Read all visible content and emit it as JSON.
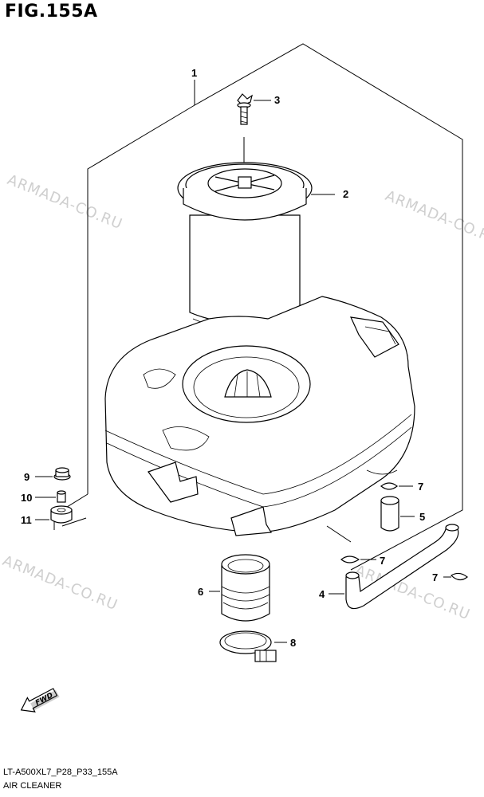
{
  "figure_title": "FIG.155A",
  "watermark": "ARMADA-CO.RU",
  "fwd_label": "FWD",
  "callouts": {
    "c1": "1",
    "c2": "2",
    "c3": "3",
    "c4": "4",
    "c5": "5",
    "c6": "6",
    "c7a": "7",
    "c7b": "7",
    "c7c": "7",
    "c8": "8",
    "c9": "9",
    "c10": "10",
    "c11": "11"
  },
  "footer": {
    "model_code": "LT-A500XL7_P28_P33_155A",
    "section_name": "AIR CLEANER"
  }
}
